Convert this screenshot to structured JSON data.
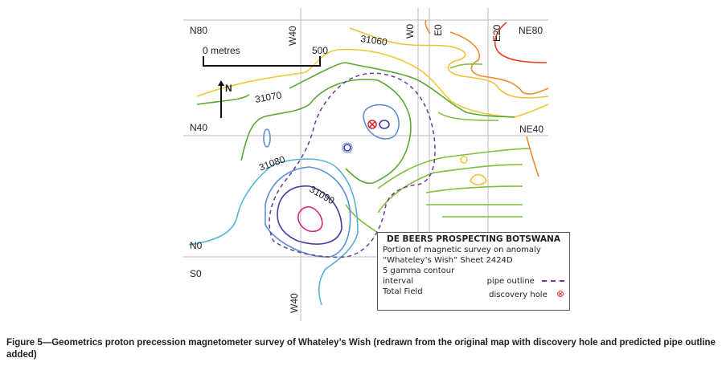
{
  "grid_labels": {
    "n80": "N80",
    "n40": "N40",
    "n0": "N0",
    "s0": "S0",
    "ne80": "NE80",
    "ne40": "NE40",
    "w40_top": "W40",
    "w0": "W0",
    "e0": "E0",
    "e20": "E20",
    "w40_bottom": "W40"
  },
  "scale": {
    "start": "0 metres",
    "end": "500"
  },
  "north_label": "N",
  "contour_labels": {
    "c31060": "31060",
    "c31070": "31070",
    "c31080": "31080",
    "c31090": "31090"
  },
  "legend": {
    "title": "DE BEERS PROSPECTING BOTSWANA",
    "line1": "Portion of magnetic survey on anomaly",
    "line2": "“Whateley’s Wish” Sheet 2424D",
    "line3": "5 gamma contour",
    "line4": "interval",
    "line5": "Total Field",
    "pipe_outline": "pipe outline",
    "discovery_hole": "discovery hole"
  },
  "colors": {
    "c31050": "#e0401e",
    "c31055": "#f08a30",
    "c31060": "#f2b233",
    "c31065": "#f0d23a",
    "c31070": "#5aa832",
    "c31075": "#9ccc3a",
    "c31080": "#56b4d8",
    "c31085": "#5a8fd6",
    "c31090": "#4a3aa8",
    "c31095": "#d8267a",
    "pipe": "#6a3a9a",
    "hole": "#e02020"
  },
  "caption": "Figure 5—Geometrics proton precession magnetometer survey of Whateley’s Wish (redrawn from the original map with discovery hole and predicted pipe outline added)"
}
